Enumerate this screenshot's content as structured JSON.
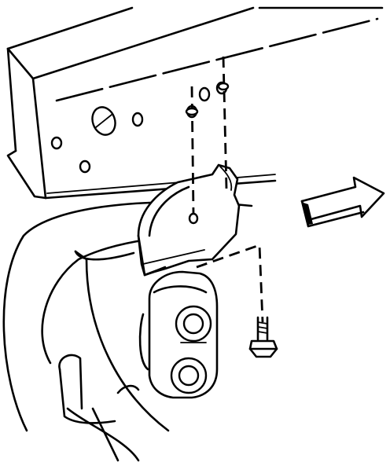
{
  "diagram": {
    "kind": "exploded-assembly-line-drawing",
    "direction_arrow": "right-pointing-outline-arrow",
    "parts": [
      "frame-rail",
      "mounting-bracket",
      "bolt",
      "connector-block",
      "tube-loop",
      "pipe-end"
    ],
    "colors": {
      "stroke": "#000000",
      "background": "#ffffff"
    }
  }
}
